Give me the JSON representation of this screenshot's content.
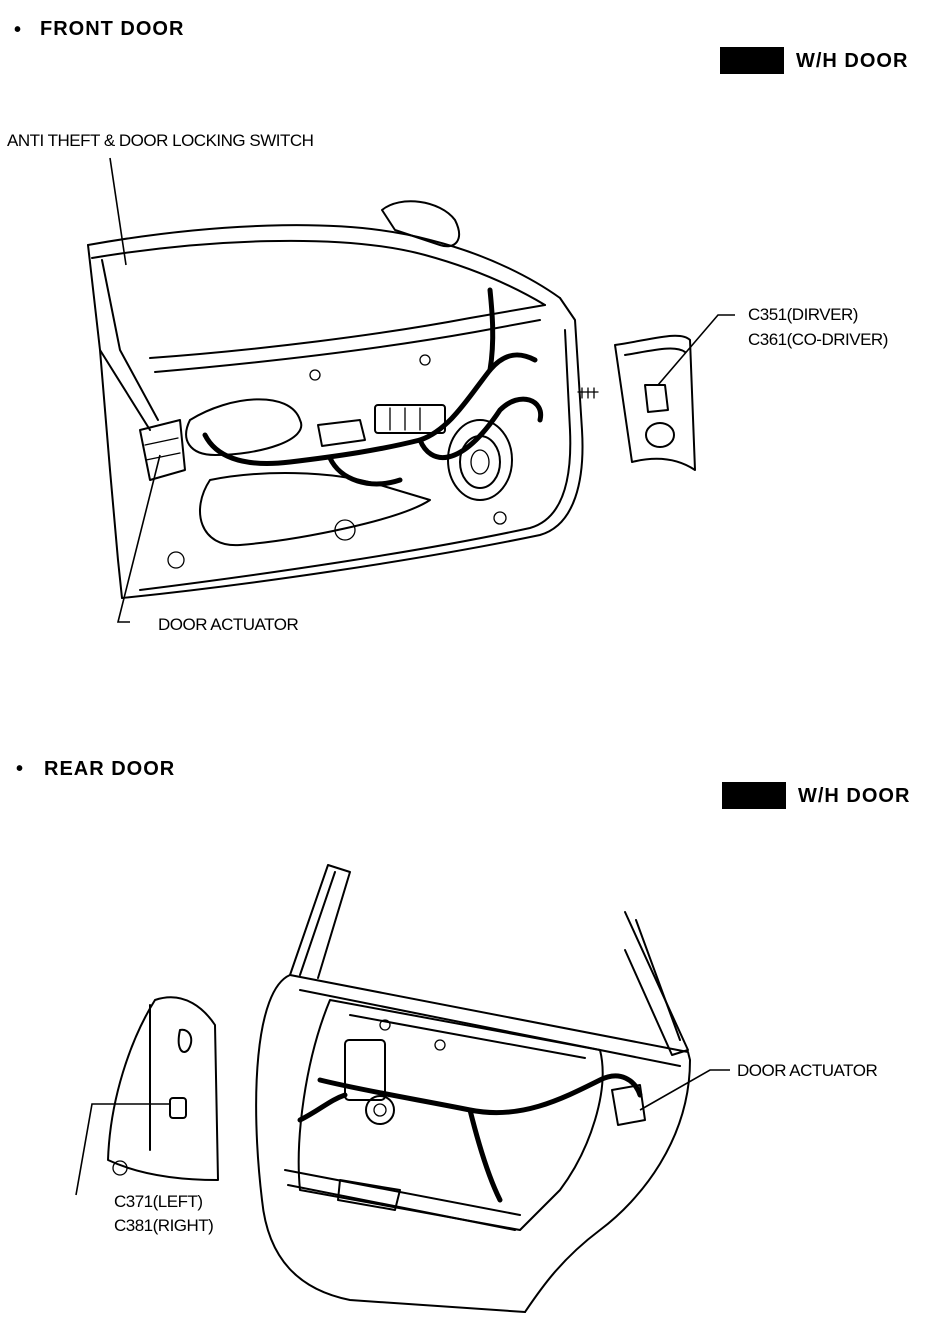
{
  "front": {
    "bullet": "•",
    "title": "FRONT  DOOR",
    "badge": "W/H  DOOR",
    "callouts": {
      "anti_theft": "ANTI THEFT & DOOR LOCKING SWITCH",
      "c351": "C351(DIRVER)",
      "c361": "C361(CO-DRIVER)",
      "actuator": "DOOR ACTUATOR"
    }
  },
  "rear": {
    "bullet": "•",
    "title": "REAR  DOOR",
    "badge": "W/H  DOOR",
    "callouts": {
      "actuator": "DOOR ACTUATOR",
      "c371": "C371(LEFT)",
      "c381": "C381(RIGHT)"
    }
  },
  "colors": {
    "ink": "#000000",
    "paper": "#ffffff"
  }
}
